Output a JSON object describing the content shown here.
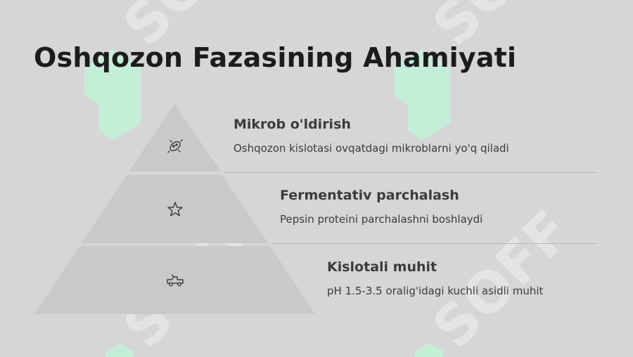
{
  "title": "Oshqozon Fazasining Ahamiyati",
  "rows": [
    {
      "title": "Mikrob o'ldirish",
      "desc": "Oshqozon kislotasi ovqatdagi mikroblarni yo'q qiladi",
      "icon": "bacteria-icon"
    },
    {
      "title": "Fermentativ parchalash",
      "desc": "Pepsin proteini parchalashni boshlaydi",
      "icon": "star-icon"
    },
    {
      "title": "Kislotali muhit",
      "desc": "pH 1.5-3.5 oralig'idagi kuchli asidli muhit",
      "icon": "truck-icon"
    }
  ],
  "colors": {
    "background": "#d6d6d6",
    "pyramid": "#c9c9c9",
    "watermark_green": "#c5eed8",
    "watermark_white": "#e4e4e4"
  }
}
